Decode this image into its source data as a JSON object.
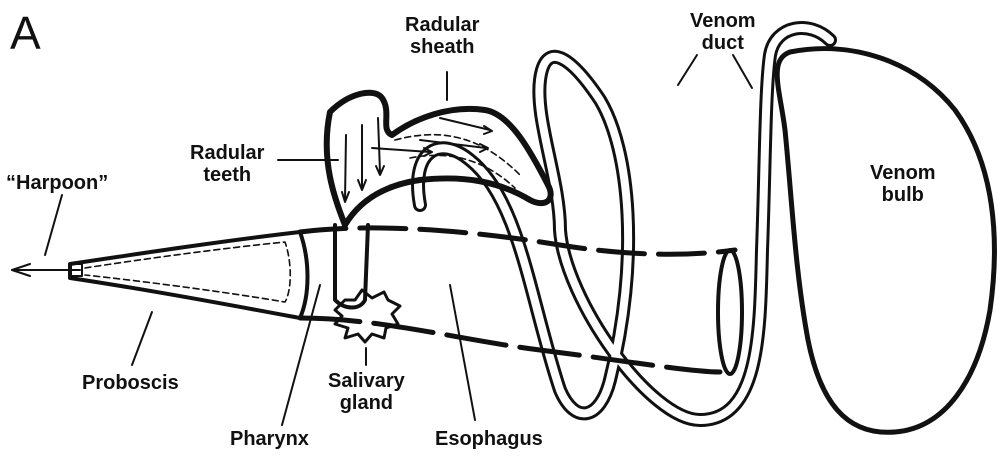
{
  "panel_letter": "A",
  "labels": {
    "radular_sheath": [
      "Radular",
      "sheath"
    ],
    "venom_duct": [
      "Venom",
      "duct"
    ],
    "radular_teeth": [
      "Radular",
      "teeth"
    ],
    "harpoon": "“Harpoon”",
    "venom_bulb": [
      "Venom",
      "bulb"
    ],
    "proboscis": "Proboscis",
    "salivary_gland": [
      "Salivary",
      "gland"
    ],
    "pharynx": "Pharynx",
    "esophagus": "Esophagus"
  },
  "colors": {
    "ink": "#111111",
    "background": "#ffffff"
  }
}
